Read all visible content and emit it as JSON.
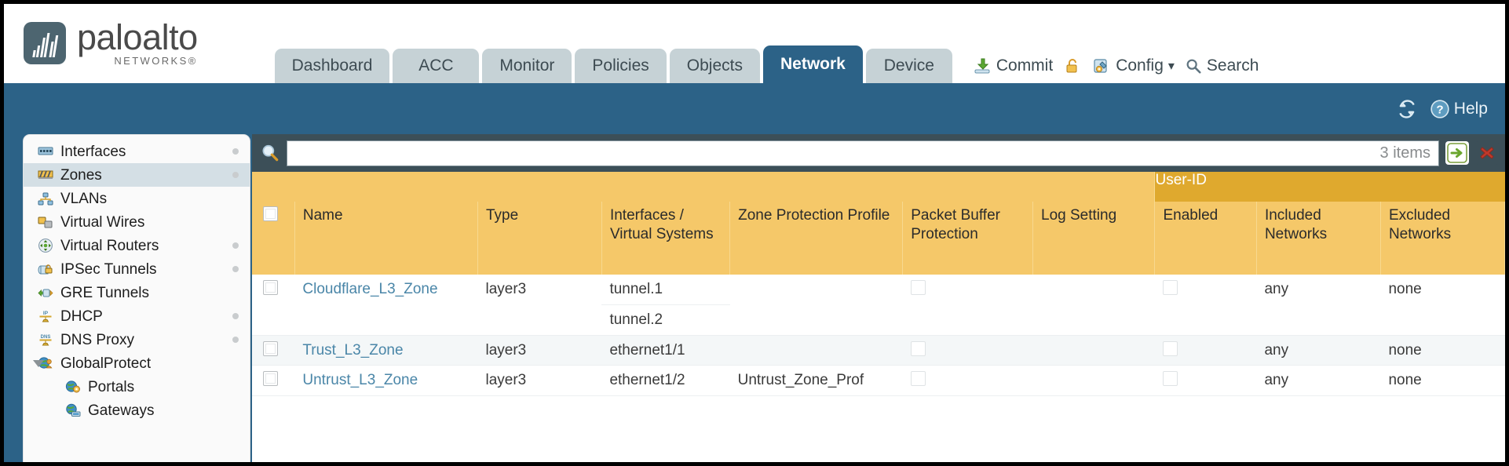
{
  "brand": {
    "name": "paloalto",
    "sub": "NETWORKS®"
  },
  "tabs": [
    {
      "label": "Dashboard",
      "active": false
    },
    {
      "label": "ACC",
      "active": false
    },
    {
      "label": "Monitor",
      "active": false
    },
    {
      "label": "Policies",
      "active": false
    },
    {
      "label": "Objects",
      "active": false
    },
    {
      "label": "Network",
      "active": true
    },
    {
      "label": "Device",
      "active": false
    }
  ],
  "header_actions": {
    "commit": "Commit",
    "lock_icon": "padlock-icon",
    "config": "Config",
    "config_caret": "▾",
    "search": "Search"
  },
  "bluebar": {
    "refresh_icon": "refresh-icon",
    "help": "Help"
  },
  "sidebar": {
    "items": [
      {
        "label": "Interfaces",
        "icon": "interfaces-icon",
        "selected": false,
        "dot": true,
        "child": false,
        "expander": false
      },
      {
        "label": "Zones",
        "icon": "zones-icon",
        "selected": true,
        "dot": true,
        "child": false,
        "expander": false
      },
      {
        "label": "VLANs",
        "icon": "vlans-icon",
        "selected": false,
        "dot": false,
        "child": false,
        "expander": false
      },
      {
        "label": "Virtual Wires",
        "icon": "virtual-wires-icon",
        "selected": false,
        "dot": false,
        "child": false,
        "expander": false
      },
      {
        "label": "Virtual Routers",
        "icon": "virtual-routers-icon",
        "selected": false,
        "dot": true,
        "child": false,
        "expander": false
      },
      {
        "label": "IPSec Tunnels",
        "icon": "ipsec-tunnels-icon",
        "selected": false,
        "dot": true,
        "child": false,
        "expander": false
      },
      {
        "label": "GRE Tunnels",
        "icon": "gre-tunnels-icon",
        "selected": false,
        "dot": false,
        "child": false,
        "expander": false
      },
      {
        "label": "DHCP",
        "icon": "dhcp-icon",
        "selected": false,
        "dot": true,
        "child": false,
        "expander": false
      },
      {
        "label": "DNS Proxy",
        "icon": "dns-proxy-icon",
        "selected": false,
        "dot": true,
        "child": false,
        "expander": false
      },
      {
        "label": "GlobalProtect",
        "icon": "globalprotect-icon",
        "selected": false,
        "dot": false,
        "child": false,
        "expander": true
      },
      {
        "label": "Portals",
        "icon": "portals-icon",
        "selected": false,
        "dot": false,
        "child": true,
        "expander": false
      },
      {
        "label": "Gateways",
        "icon": "gateways-icon",
        "selected": false,
        "dot": false,
        "child": true,
        "expander": false
      }
    ]
  },
  "search": {
    "icon": "search-icon",
    "value": "",
    "placeholder": "",
    "item_count": "3 items",
    "apply_icon": "green-arrow-icon",
    "clear_icon": "red-x-icon"
  },
  "table": {
    "group_header": "User-ID",
    "columns": [
      "Name",
      "Type",
      "Interfaces / Virtual Systems",
      "Zone Protection Profile",
      "Packet Buffer Protection",
      "Log Setting",
      "Enabled",
      "Included Networks",
      "Excluded Networks"
    ],
    "select_all_checkbox": false,
    "rows": [
      {
        "selected": false,
        "name": "Cloudflare_L3_Zone",
        "type": "layer3",
        "interfaces": [
          "tunnel.1",
          "tunnel.2"
        ],
        "zone_protection_profile": "",
        "packet_buffer_protection": false,
        "log_setting": "",
        "userid_enabled": false,
        "included_networks": "any",
        "excluded_networks": "none"
      },
      {
        "selected": false,
        "name": "Trust_L3_Zone",
        "type": "layer3",
        "interfaces": [
          "ethernet1/1"
        ],
        "zone_protection_profile": "",
        "packet_buffer_protection": false,
        "log_setting": "",
        "userid_enabled": false,
        "included_networks": "any",
        "excluded_networks": "none"
      },
      {
        "selected": false,
        "name": "Untrust_L3_Zone",
        "type": "layer3",
        "interfaces": [
          "ethernet1/2"
        ],
        "zone_protection_profile": "Untrust_Zone_Prof",
        "packet_buffer_protection": false,
        "log_setting": "",
        "userid_enabled": false,
        "included_networks": "any",
        "excluded_networks": "none"
      }
    ]
  },
  "colors": {
    "brand_blue": "#2c6287",
    "tab_inactive": "#c6d2d6",
    "table_header_gold": "#f5c869",
    "group_header_gold": "#dfa92e",
    "link_blue": "#4a86a8",
    "content_dark": "#3c4f58"
  }
}
